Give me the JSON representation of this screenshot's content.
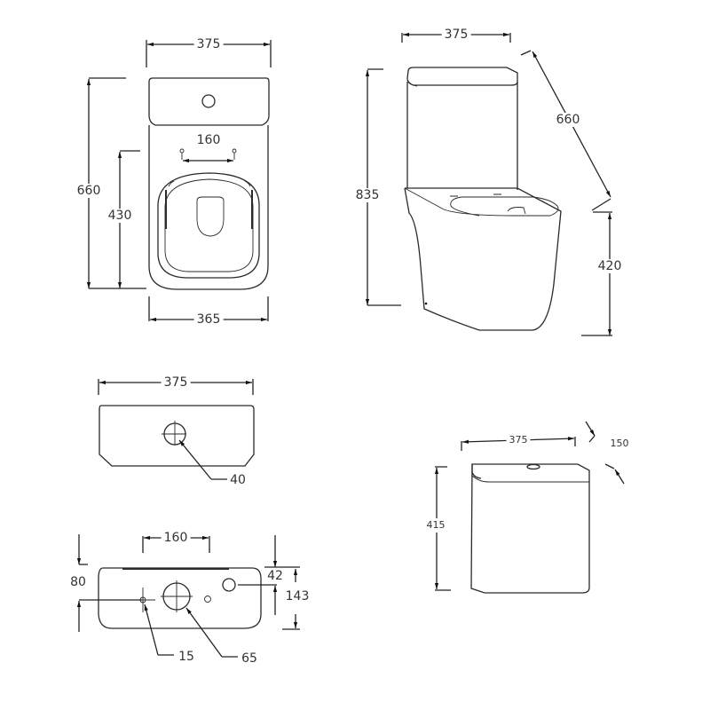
{
  "drawing": {
    "subject": "Close-coupled toilet technical dimension drawing",
    "units": "mm",
    "colors": {
      "line": "#2a2a2a",
      "background": "#ffffff",
      "text": "#333333"
    }
  },
  "views": {
    "top_view": {
      "overall_width": "375",
      "overall_depth": "660",
      "seat_fixing_centres": "160",
      "bowl_depth_to_fixings": "430",
      "pan_width": "365"
    },
    "side_view": {
      "cistern_width": "375",
      "overall_height": "835",
      "projection_diagonal": "660",
      "seat_height": "420"
    },
    "cistern_lid_top": {
      "width": "375",
      "button_hole_diameter": "40"
    },
    "cistern_base": {
      "inlet_centres": "160",
      "offset_vertical": "80",
      "hole_offset_top": "42",
      "depth": "143",
      "small_hole_diameter": "15",
      "outlet_hole_diameter": "65"
    },
    "cistern_3d": {
      "width": "375",
      "height": "415",
      "depth": "150"
    }
  }
}
